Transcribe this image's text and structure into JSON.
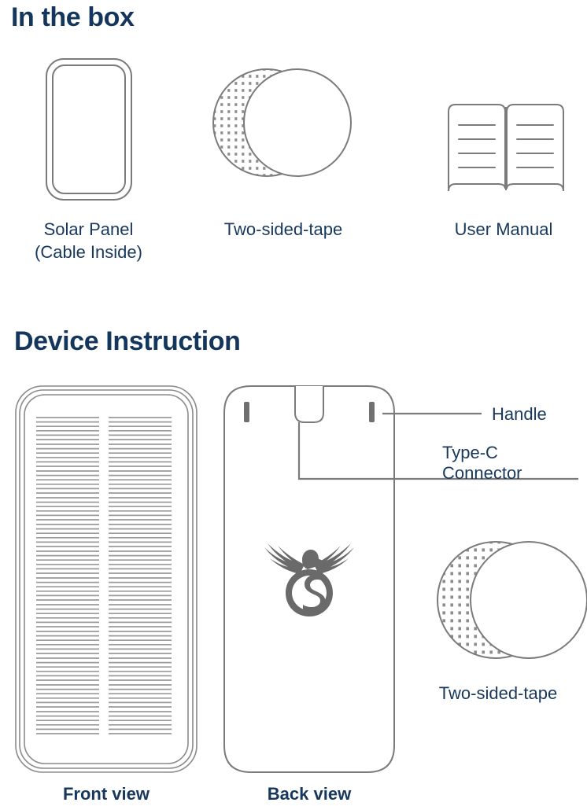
{
  "sections": {
    "in_the_box": {
      "heading": "In the box",
      "items": [
        {
          "icon": "solar-panel-icon",
          "label_line1": "Solar Panel",
          "label_line2": "(Cable Inside)"
        },
        {
          "icon": "two-sided-tape-icon",
          "label_line1": "Two-sided-tape",
          "label_line2": ""
        },
        {
          "icon": "user-manual-book-icon",
          "label_line1": "User Manual",
          "label_line2": ""
        }
      ]
    },
    "device_instruction": {
      "heading": "Device Instruction",
      "views": [
        {
          "icon": "solar-panel-front-view-icon",
          "label": "Front view"
        },
        {
          "icon": "solar-panel-back-view-icon",
          "label": "Back view"
        }
      ],
      "callouts": [
        {
          "name": "handle",
          "label": "Handle"
        },
        {
          "name": "type-c-connector",
          "label_line1": "Type-C",
          "label_line2": "Connector"
        }
      ],
      "accessory": {
        "icon": "two-sided-tape-icon",
        "label": "Two-sided-tape"
      }
    }
  },
  "colors": {
    "heading_navy": "#14365c",
    "caption_navy": "#17385c",
    "line_gray": "#7b7b7b",
    "cell_gray": "#9a9a9a",
    "slot_gray": "#6f6f6f",
    "logo_gray": "#6a6a6a",
    "background": "#ffffff"
  }
}
